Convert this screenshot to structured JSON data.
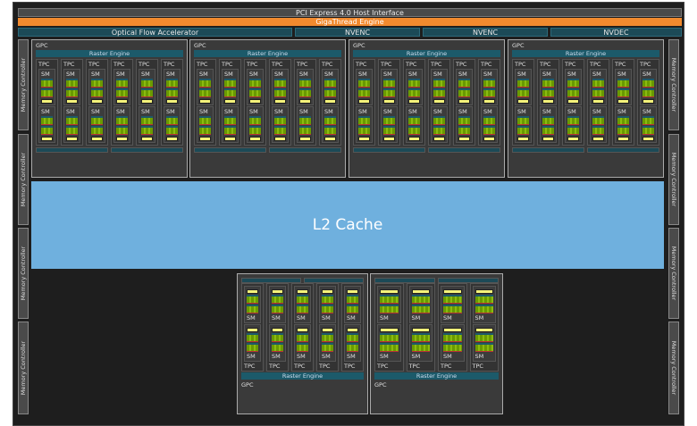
{
  "pcie": "PCI Express 4.0 Host Interface",
  "gigathread": "GigaThread Engine",
  "units": [
    "Optical Flow Accelerator",
    "NVENC",
    "NVENC",
    "NVDEC"
  ],
  "memory_controller": "Memory Controller",
  "l2": "L2 Cache",
  "labels": {
    "gpc": "GPC",
    "raster": "Raster Engine",
    "tpc": "TPC",
    "sm": "SM"
  },
  "top_gpcs": [
    6,
    6,
    6,
    6
  ],
  "bottom_gpcs": [
    5,
    4
  ],
  "colors": {
    "giga": "#f28a2e",
    "l2": "#6fb0de",
    "teal": "#1c5a6a"
  }
}
